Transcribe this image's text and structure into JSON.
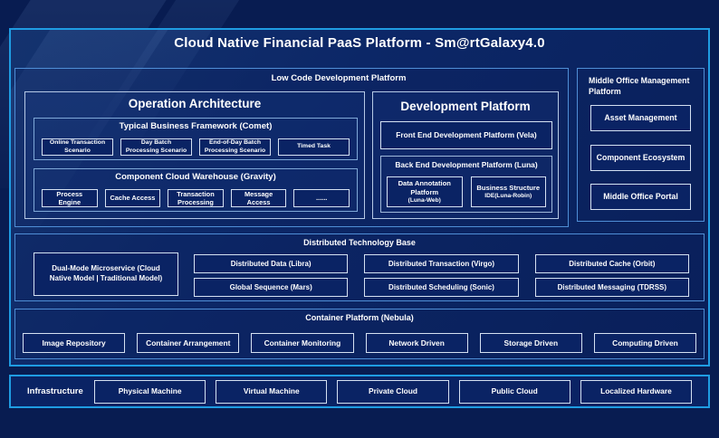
{
  "title": "Cloud Native Financial PaaS Platform - Sm@rtGalaxy4.0",
  "colors": {
    "page_bg": "#081c51",
    "panel_bg": "#0c2767",
    "accent_border": "#1f9ce2",
    "section_border": "#4f8ed6",
    "leaf_border": "#d5e1f2",
    "leaf_bg": "#0a2364",
    "text": "#ffffff"
  },
  "low_code": {
    "label": "Low Code Development Platform",
    "operation": {
      "title": "Operation Architecture",
      "comet": {
        "title": "Typical Business Framework (Comet)",
        "items": [
          "Online Transaction Scenario",
          "Day Batch Processing Scenario",
          "End-of-Day Batch Processing Scenario",
          "Timed Task"
        ]
      },
      "gravity": {
        "title": "Component Cloud Warehouse (Gravity)",
        "items": [
          "Process Engine",
          "Cache Access",
          "Transaction Processing",
          "Message Access",
          "......"
        ]
      }
    },
    "development": {
      "title": "Development Platform",
      "front_end": "Front End Development Platform (Vela)",
      "back_end": {
        "title": "Back End Development Platform (Luna)",
        "items": [
          {
            "line1": "Data Annotation Platform",
            "line2": "(Luna-Web)"
          },
          {
            "line1": "Business Structure",
            "line2": "IDE(Luna-Robin)"
          }
        ]
      }
    }
  },
  "middle_office": {
    "label": "Middle Office Management Platform",
    "items": [
      "Asset Management",
      "Component Ecosystem",
      "Middle Office Portal"
    ]
  },
  "distributed": {
    "label": "Distributed Technology Base",
    "dual_mode": "Dual-Mode Microservice (Cloud Native Model | Traditional Model)",
    "items": [
      "Distributed Data (Libra)",
      "Distributed Transaction (Virgo)",
      "Distributed Cache (Orbit)",
      "Global Sequence (Mars)",
      "Distributed Scheduling (Sonic)",
      "Distributed Messaging (TDRSS)"
    ]
  },
  "container": {
    "label": "Container Platform (Nebula)",
    "items": [
      "Image Repository",
      "Container Arrangement",
      "Container Monitoring",
      "Network Driven",
      "Storage Driven",
      "Computing Driven"
    ]
  },
  "infrastructure": {
    "label": "Infrastructure",
    "items": [
      "Physical Machine",
      "Virtual Machine",
      "Private Cloud",
      "Public Cloud",
      "Localized Hardware"
    ]
  }
}
